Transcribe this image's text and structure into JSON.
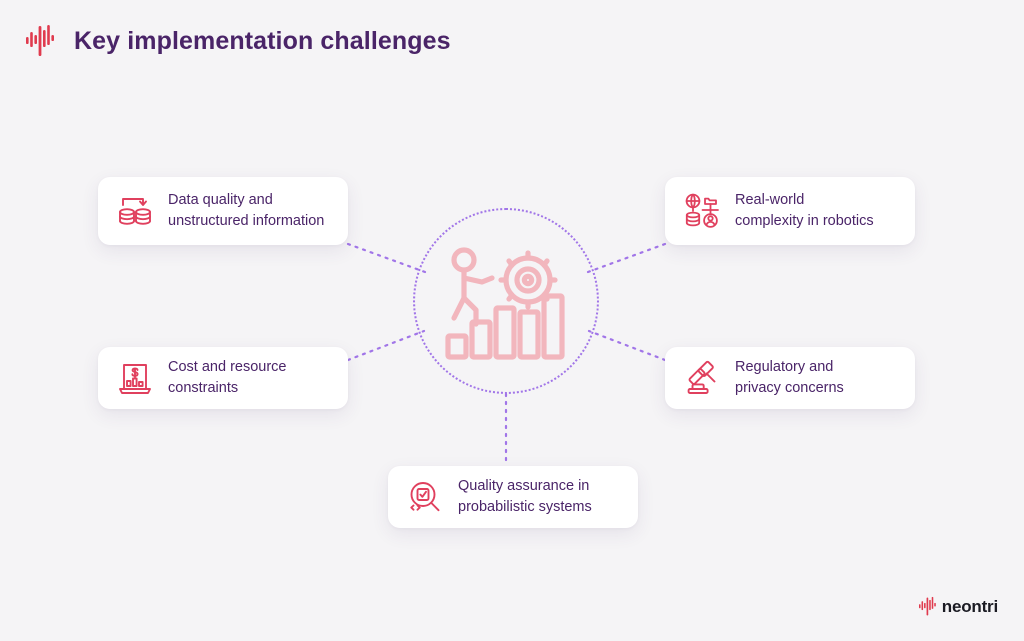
{
  "header": {
    "title": "Key implementation challenges",
    "logo_icon": "waveform-icon"
  },
  "colors": {
    "background": "#f5f4f6",
    "card_background": "#ffffff",
    "text_purple": "#4a2468",
    "accent_red": "#e0405e",
    "connector_purple": "#a175e8",
    "hub_art_pink": "#f2b6bd"
  },
  "hub": {
    "art_icon": "person-pushing-bar-chart-with-gear-icon",
    "ring_style": "dotted"
  },
  "cards": [
    {
      "id": "data-quality",
      "icon": "database-transfer-icon",
      "label": "Data quality and\nunstructured information"
    },
    {
      "id": "cost",
      "icon": "laptop-cost-chart-icon",
      "label": "Cost and resource\nconstraints"
    },
    {
      "id": "robotics",
      "icon": "network-globe-folder-database-user-icon",
      "label": "Real-world\ncomplexity in robotics"
    },
    {
      "id": "regulatory",
      "icon": "gavel-icon",
      "label": "Regulatory and\nprivacy concerns"
    },
    {
      "id": "quality-assurance",
      "icon": "magnifier-checklist-icon",
      "label": "Quality assurance in\nprobabilistic systems"
    }
  ],
  "footer": {
    "wordmark": "neontri",
    "logo_icon": "waveform-icon"
  }
}
